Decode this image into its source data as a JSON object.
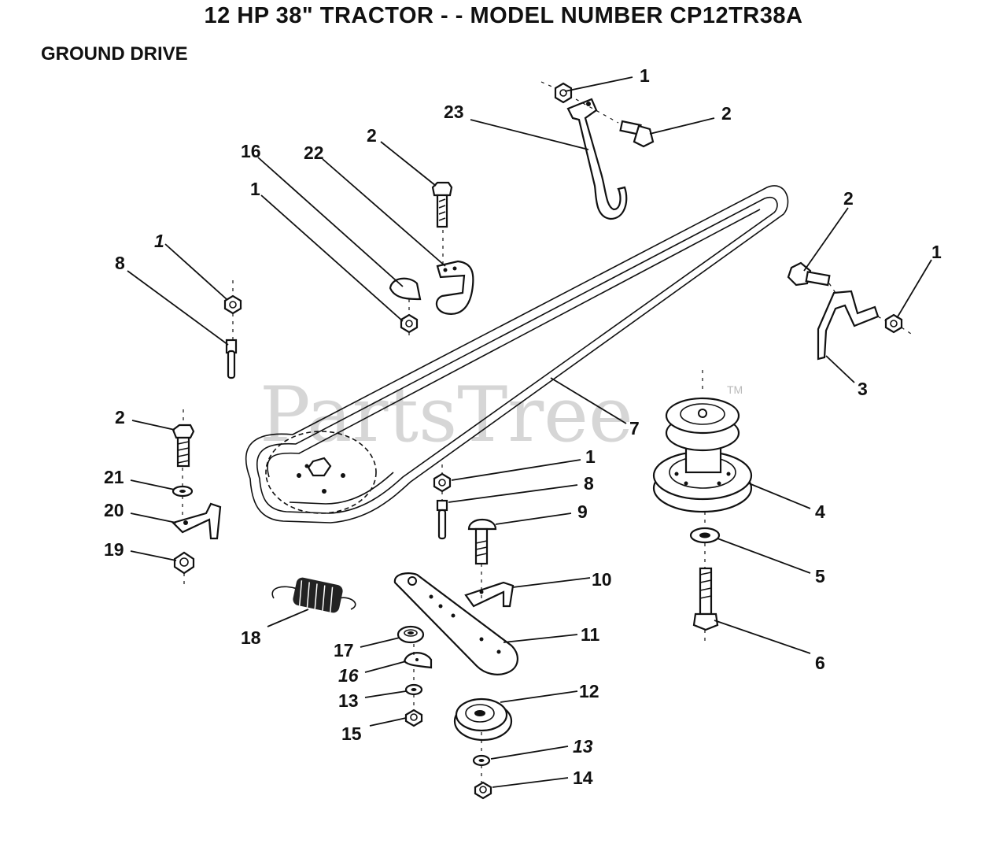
{
  "title": "12 HP 38\" TRACTOR - - MODEL NUMBER CP12TR38A",
  "section": "GROUND DRIVE",
  "watermark": "PartsTree",
  "watermark_tm": "TM",
  "callouts": [
    {
      "id": "c1a",
      "label": "1"
    },
    {
      "id": "c2a",
      "label": "2"
    },
    {
      "id": "c23",
      "label": "23"
    },
    {
      "id": "c2b",
      "label": "2"
    },
    {
      "id": "c16a",
      "label": "16"
    },
    {
      "id": "c22",
      "label": "22"
    },
    {
      "id": "c1b",
      "label": "1"
    },
    {
      "id": "c2c",
      "label": "2"
    },
    {
      "id": "c1c",
      "label": "1"
    },
    {
      "id": "c1d",
      "label": "1"
    },
    {
      "id": "c8a",
      "label": "8"
    },
    {
      "id": "c3",
      "label": "3"
    },
    {
      "id": "c7",
      "label": "7"
    },
    {
      "id": "c2d",
      "label": "2"
    },
    {
      "id": "c21",
      "label": "21"
    },
    {
      "id": "c20",
      "label": "20"
    },
    {
      "id": "c19",
      "label": "19"
    },
    {
      "id": "c1e",
      "label": "1"
    },
    {
      "id": "c8b",
      "label": "8"
    },
    {
      "id": "c9",
      "label": "9"
    },
    {
      "id": "c4",
      "label": "4"
    },
    {
      "id": "c5",
      "label": "5"
    },
    {
      "id": "c10",
      "label": "10"
    },
    {
      "id": "c18",
      "label": "18"
    },
    {
      "id": "c11",
      "label": "11"
    },
    {
      "id": "c17",
      "label": "17"
    },
    {
      "id": "c6",
      "label": "6"
    },
    {
      "id": "c16b",
      "label": "16"
    },
    {
      "id": "c12",
      "label": "12"
    },
    {
      "id": "c13a",
      "label": "13"
    },
    {
      "id": "c15",
      "label": "15"
    },
    {
      "id": "c13b",
      "label": "13"
    },
    {
      "id": "c14",
      "label": "14"
    }
  ]
}
